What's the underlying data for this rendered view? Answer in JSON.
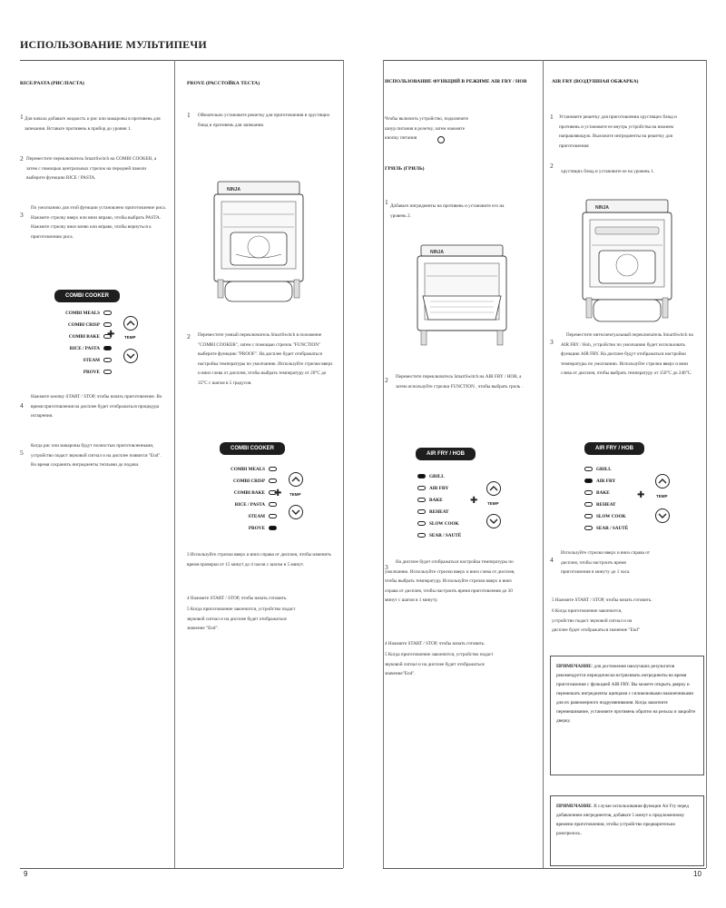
{
  "main_title": "ИСПОЛЬЗОВАНИЕ МУЛЬТИПЕЧИ",
  "page_left": "9",
  "page_right": "10",
  "col1": {
    "heading": "RICE/PASTA (РИС/ПАСТА)",
    "step1_num": "1",
    "step1": "Для начала добавьте жидкость и рис или макароны в противень для запекания. Вставьте противень в прибор до уровня 1.",
    "step2_num": "2",
    "step2": "Переместите переключатель SmartSwitch на COMBI COOKER, а затем с помощью центральных стрелок на передней панели выберите функцию RICE / PASTA.",
    "step3_num": "3",
    "step3": "По умолчанию для этой функции установлено приготовление риса. Нажмите стрелку вверх или вниз вправо, чтобы выбрать PASTA. Нажмите стрелку вниз влево или вправо, чтобы вернуться к приготовлению риса.",
    "step4_num": "4",
    "step4": "Нажмите кнопку START / STOP, чтобы начать приготовление. Во время приготовления на дисплее будет отображаться процедура испарения.",
    "step5_num": "5",
    "step5": "Когда рис или макароны будут полностью приготовленными, устройство подаст звуковой сигнал и на дисплее появится \"End\". Во время сохранить ингредиенты теплыми до подачи."
  },
  "col2": {
    "heading": "PROVE (РАССТОЙКА ТЕСТА)",
    "step1_num": "1",
    "step1": "Обязательно установите решетку для приготовления в хрустящих блюд и противень для запекания.",
    "step2_num": "2",
    "step2": "Переместите умный переключатель SmartSwitch в положение \"COMBI COOKER\", затем с помощью стрелок \"FUNCTION\" выберите функцию \"PROOF\". На дисплее будет отображаться настройка температуры по умолчанию. Используйте стрелки вверх и вниз слева от дисплея, чтобы выбрать температуру от 20°C до 35°C с шагом в 5 градусов.",
    "step3": "3 Используйте стрелки вверх и вниз справа от дисплея, чтобы изменить время проверки от 15 минут до 4 часов с шагом в 5 минут.",
    "step4": "4 Нажмите START / STOP, чтобы начать готовить.",
    "step5": "5 Когда приготовление закончится, устройство подаст звуковой сигнал и на дисплее будет отображаться значение \"End\"."
  },
  "col3": {
    "heading": "ИСПОЛЬЗОВАНИЕ ФУНКЦИЙ В РЕЖИМЕ AIR FRY / HOB",
    "intro": "Чтобы включить устройство, подключите шнур питания в розетку, затем нажмите кнопку питания",
    "sub": "ГРИЛЬ (ГРИЛЬ)",
    "step1_num": "1",
    "step1": "Добавьте ингредиенты на противень и установите его на уровень 2.",
    "step2_num": "2",
    "step2": "Переместите переключатель SmartSwitch на AIR FRY / HOB, а затем используйте стрелки FUNCTION , чтобы выбрать гриль .",
    "step3_num": "3",
    "step3": "На дисплее будет отображаться настройка температуры по умолчанию. Используйте стрелки вверх и вниз слева от дисплея, чтобы выбрать температуру. Используйте стрелки вверх и вниз справа от дисплея, чтобы настроить время приготовления до 30 минут с шагом в 1 минуту.",
    "step4": "4 Нажмите START / STOP, чтобы начать готовить.",
    "step5": "5 Когда приготовление закончится, устройство подаст звуковой сигнал и на дисплее будет отображаться значение\"End\"."
  },
  "col4": {
    "heading": "AIR FRY (ВОЗДУШНАЯ ОБЖАРКА)",
    "step1_num": "1",
    "step1": "Установите решетку для приготовления хрустящих блюд и противень и установите ее внутрь устройства на нижнем направляющую. Выложите ингредиенты на решетку для приготовления",
    "step2_num": "2",
    "step2": "хрустящих блюд и установите ее на уровень 1.",
    "step3_num": "3",
    "step3": "Переместите интеллектуальный переключатель SmartSwitch на AIR FRY / Hob, устройство по умолчанию будет использовать функцию AIR FRY. На дисплее будут отображаться настройки температуры по умолчанию. Используйте стрелки вверх и вниз слева от дисплея, чтобы выбрать температуру от 150°C до 240°C.",
    "step4_num": "4",
    "step4": "Используйте стрелки вверх и вниз справа от дисплея, чтобы настроить время приготовления в минуту до 1 часа.",
    "step5": "5 Нажмите START / STOP, чтобы начать готовить.",
    "step6": "6 Когда приготовление закончится, устройство подаст звуковой сигнал и на дисплее будет отображаться значение \"End\"",
    "note1_label": "ПРИМЕЧАНИЕ",
    "note1": ": для достижения наилучших результатов рекомендуется периодически встряхивать ингредиенты во время приготовления с функцией AIR FRY. Вы можете открыть дверку и перемешать ингредиенты щипцами с силиконовыми наконечниками для их равномерного подрумянивания. Когда закончите перемешивание, установите противень обратно на рельсы и закройте дверку.",
    "note2_label": "ПРИМЕЧАНИЕ",
    "note2": ". В случае использования функции Air Fry перед добавлением ингредиентов, добавьте 5 минут к предложенному времени приготовления, чтобы устройство предварительно разогрелось."
  },
  "panel_combi_1": {
    "title": "COMBI COOKER",
    "rows": [
      "COMBI MEALS",
      "COMBI CRISP",
      "COMBI BAKE",
      "RICE / PASTA",
      "STEAM",
      "PROVE"
    ],
    "active": 3,
    "temp": "TEMP"
  },
  "panel_combi_2": {
    "title": "COMBI COOKER",
    "rows": [
      "COMBI MEALS",
      "COMBI CRISP",
      "COMBI BAKE",
      "RICE / PASTA",
      "STEAM",
      "PROVE"
    ],
    "active": 5,
    "temp": "TEMP"
  },
  "panel_air_1": {
    "title": "AIR FRY / HOB",
    "rows": [
      "GRILL",
      "AIR FRY",
      "BAKE",
      "REHEAT",
      "SLOW COOK",
      "SEAR / SAUTÉ"
    ],
    "active": 0,
    "temp": "TEMP"
  },
  "panel_air_2": {
    "title": "AIR FRY / HOB",
    "rows": [
      "GRILL",
      "AIR FRY",
      "BAKE",
      "REHEAT",
      "SLOW COOK",
      "SEAR / SAUTÉ"
    ],
    "active": 1,
    "temp": "TEMP"
  },
  "oven_brand": "NINJA"
}
